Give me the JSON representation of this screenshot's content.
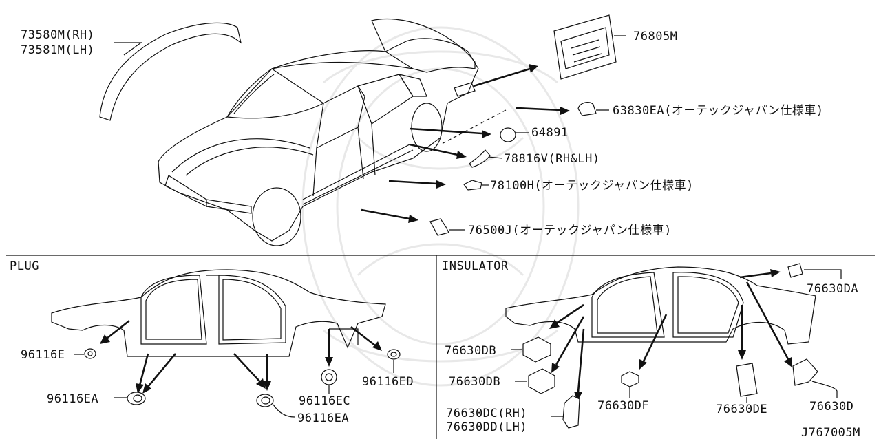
{
  "top": {
    "callouts": [
      {
        "id": "moulding",
        "lines": [
          "73580M(RH)",
          "73581M(LH)"
        ]
      },
      {
        "id": "fuel-lid",
        "lines": [
          "76805M"
        ]
      },
      {
        "id": "clip-a",
        "lines": [
          "63830EA(オーテックジャパン仕様車)"
        ]
      },
      {
        "id": "plug-64891",
        "lines": [
          "64891"
        ]
      },
      {
        "id": "protector",
        "lines": [
          "78816V(RH&LH)"
        ]
      },
      {
        "id": "clip-b",
        "lines": [
          "78100H(オーテックジャパン仕様車)"
        ]
      },
      {
        "id": "clip-c",
        "lines": [
          "76500J(オーテックジャパン仕様車)"
        ]
      }
    ]
  },
  "plug_section": {
    "title": "PLUG",
    "labels": [
      "96116E",
      "96116EA",
      "96116EA",
      "96116EC",
      "96116ED"
    ]
  },
  "insulator_section": {
    "title": "INSULATOR",
    "labels": [
      "76630DA",
      "76630DB",
      "76630DB",
      "76630DF",
      "76630DE",
      "76630D"
    ],
    "dc_dd": [
      "76630DC(RH)",
      "76630DD(LH)"
    ]
  },
  "diagram_code": "J767005M"
}
